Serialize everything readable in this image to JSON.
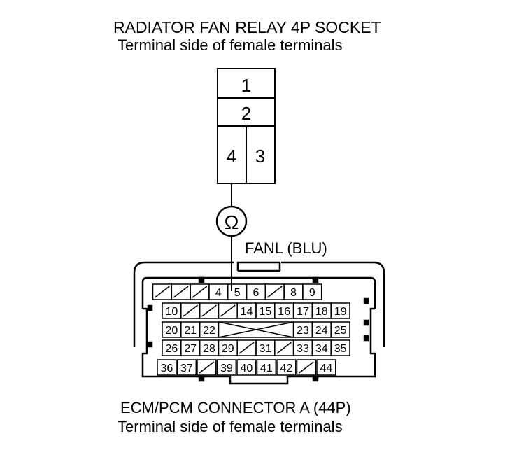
{
  "relay_socket": {
    "title": "RADIATOR FAN RELAY 4P SOCKET",
    "subtitle": "Terminal side of female terminals",
    "terminals": [
      "1",
      "2",
      "4",
      "3"
    ]
  },
  "meter": {
    "symbol": "Ω",
    "icon": "ohmmeter-icon"
  },
  "wire": {
    "label": "FANL (BLU)"
  },
  "ecm_connector": {
    "title": "ECM/PCM CONNECTOR A (44P)",
    "subtitle": "Terminal side of female terminals",
    "row1": [
      "",
      "",
      "",
      "4",
      "5",
      "6",
      "",
      "8",
      "9"
    ],
    "row2": [
      "10",
      "",
      "",
      "",
      "14",
      "15",
      "16",
      "17",
      "18",
      "19"
    ],
    "row3_left": [
      "20",
      "21",
      "22"
    ],
    "row3_right": [
      "23",
      "24",
      "25"
    ],
    "row4": [
      "26",
      "27",
      "28",
      "29",
      "",
      "31",
      "",
      "33",
      "34",
      "35"
    ],
    "row5": [
      "36",
      "37",
      "",
      "39",
      "40",
      "41",
      "42",
      "",
      "44"
    ]
  }
}
